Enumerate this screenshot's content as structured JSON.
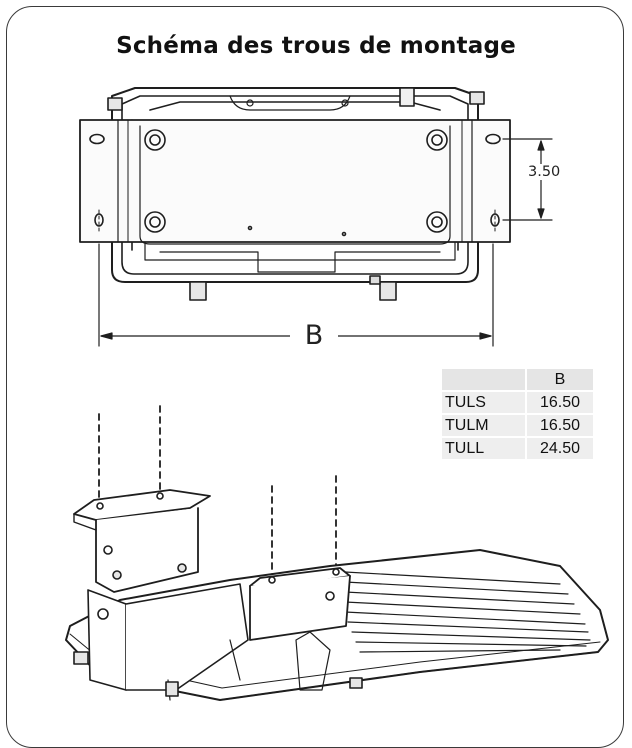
{
  "title": "Schéma des trous de montage",
  "dimensions": {
    "hole_spacing_label": "3.50",
    "width_label": "B"
  },
  "table": {
    "header": [
      "",
      "B"
    ],
    "rows": [
      {
        "model": "TULS",
        "b": "16.50"
      },
      {
        "model": "TULM",
        "b": "16.50"
      },
      {
        "model": "TULL",
        "b": "24.50"
      }
    ]
  }
}
